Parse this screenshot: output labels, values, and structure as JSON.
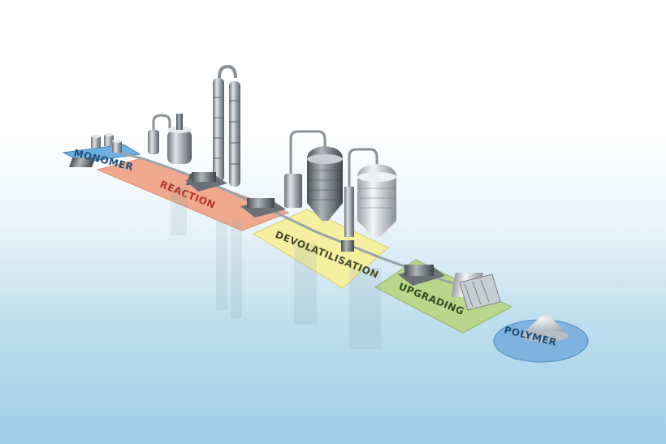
{
  "stages": [
    {
      "id": "monomer",
      "label": "MONOMER",
      "color": "#6fb0e0"
    },
    {
      "id": "reaction",
      "label": "REACTION",
      "color": "#f0a98f"
    },
    {
      "id": "devolatilisation",
      "label": "DEVOLATILISATION",
      "color": "#f6ef9f"
    },
    {
      "id": "upgrading",
      "label": "UPGRADING",
      "color": "#b9d78c"
    },
    {
      "id": "polymer",
      "label": "POLYMER",
      "color": "#7fb2de"
    }
  ]
}
